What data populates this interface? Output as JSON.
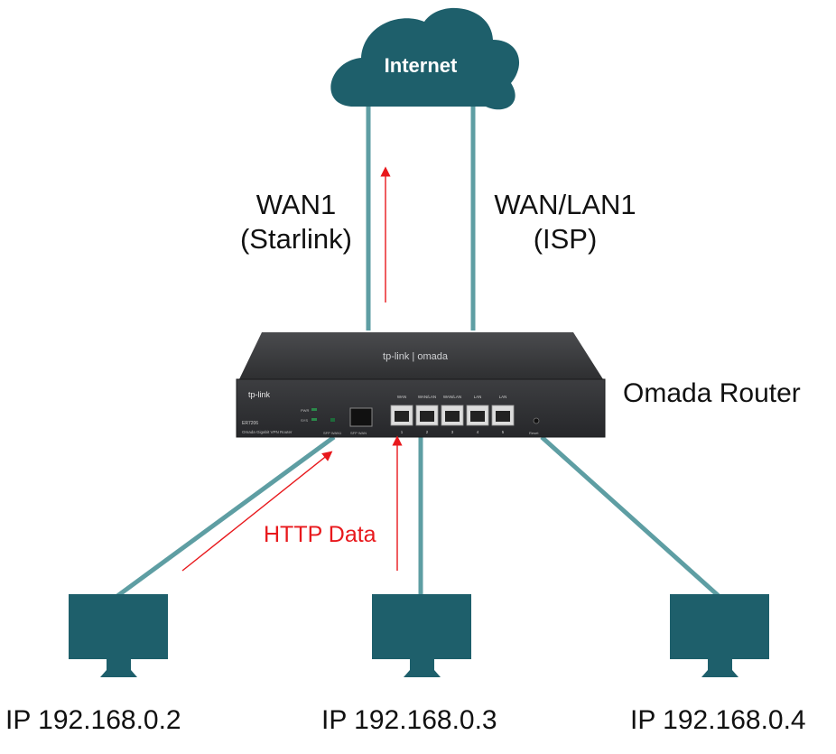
{
  "cloud": {
    "label": "Internet"
  },
  "links": {
    "wan1": {
      "line1": "WAN1",
      "line2": "(Starlink)"
    },
    "wan_lan1": {
      "line1": "WAN/LAN1",
      "line2": "(ISP)"
    }
  },
  "router": {
    "label": "Omada Router",
    "brand": "tp-link | omada",
    "front_brand": "tp-link",
    "model": "ER7206",
    "description": "Omada Gigabit VPN Router",
    "leds": [
      "PWR",
      "SYS"
    ],
    "sfp_labels": [
      "SFP WAN1",
      "SFP WAN"
    ],
    "port_labels": [
      "WAN",
      "WAN/LAN",
      "WAN/LAN",
      "LAN",
      "LAN"
    ],
    "port_numbers": [
      "1",
      "2",
      "3",
      "4",
      "5"
    ],
    "reset_label": "Reset"
  },
  "flow": {
    "label": "HTTP Data",
    "color": "#e8181c"
  },
  "hosts": [
    {
      "ip": "IP 192.168.0.2"
    },
    {
      "ip": "IP 192.168.0.3"
    },
    {
      "ip": "IP 192.168.0.4"
    }
  ],
  "colors": {
    "teal": "#1e5f6b",
    "cable": "#5e9ea3",
    "router_body": "#3a3b3d",
    "arrow": "#e8181c"
  }
}
